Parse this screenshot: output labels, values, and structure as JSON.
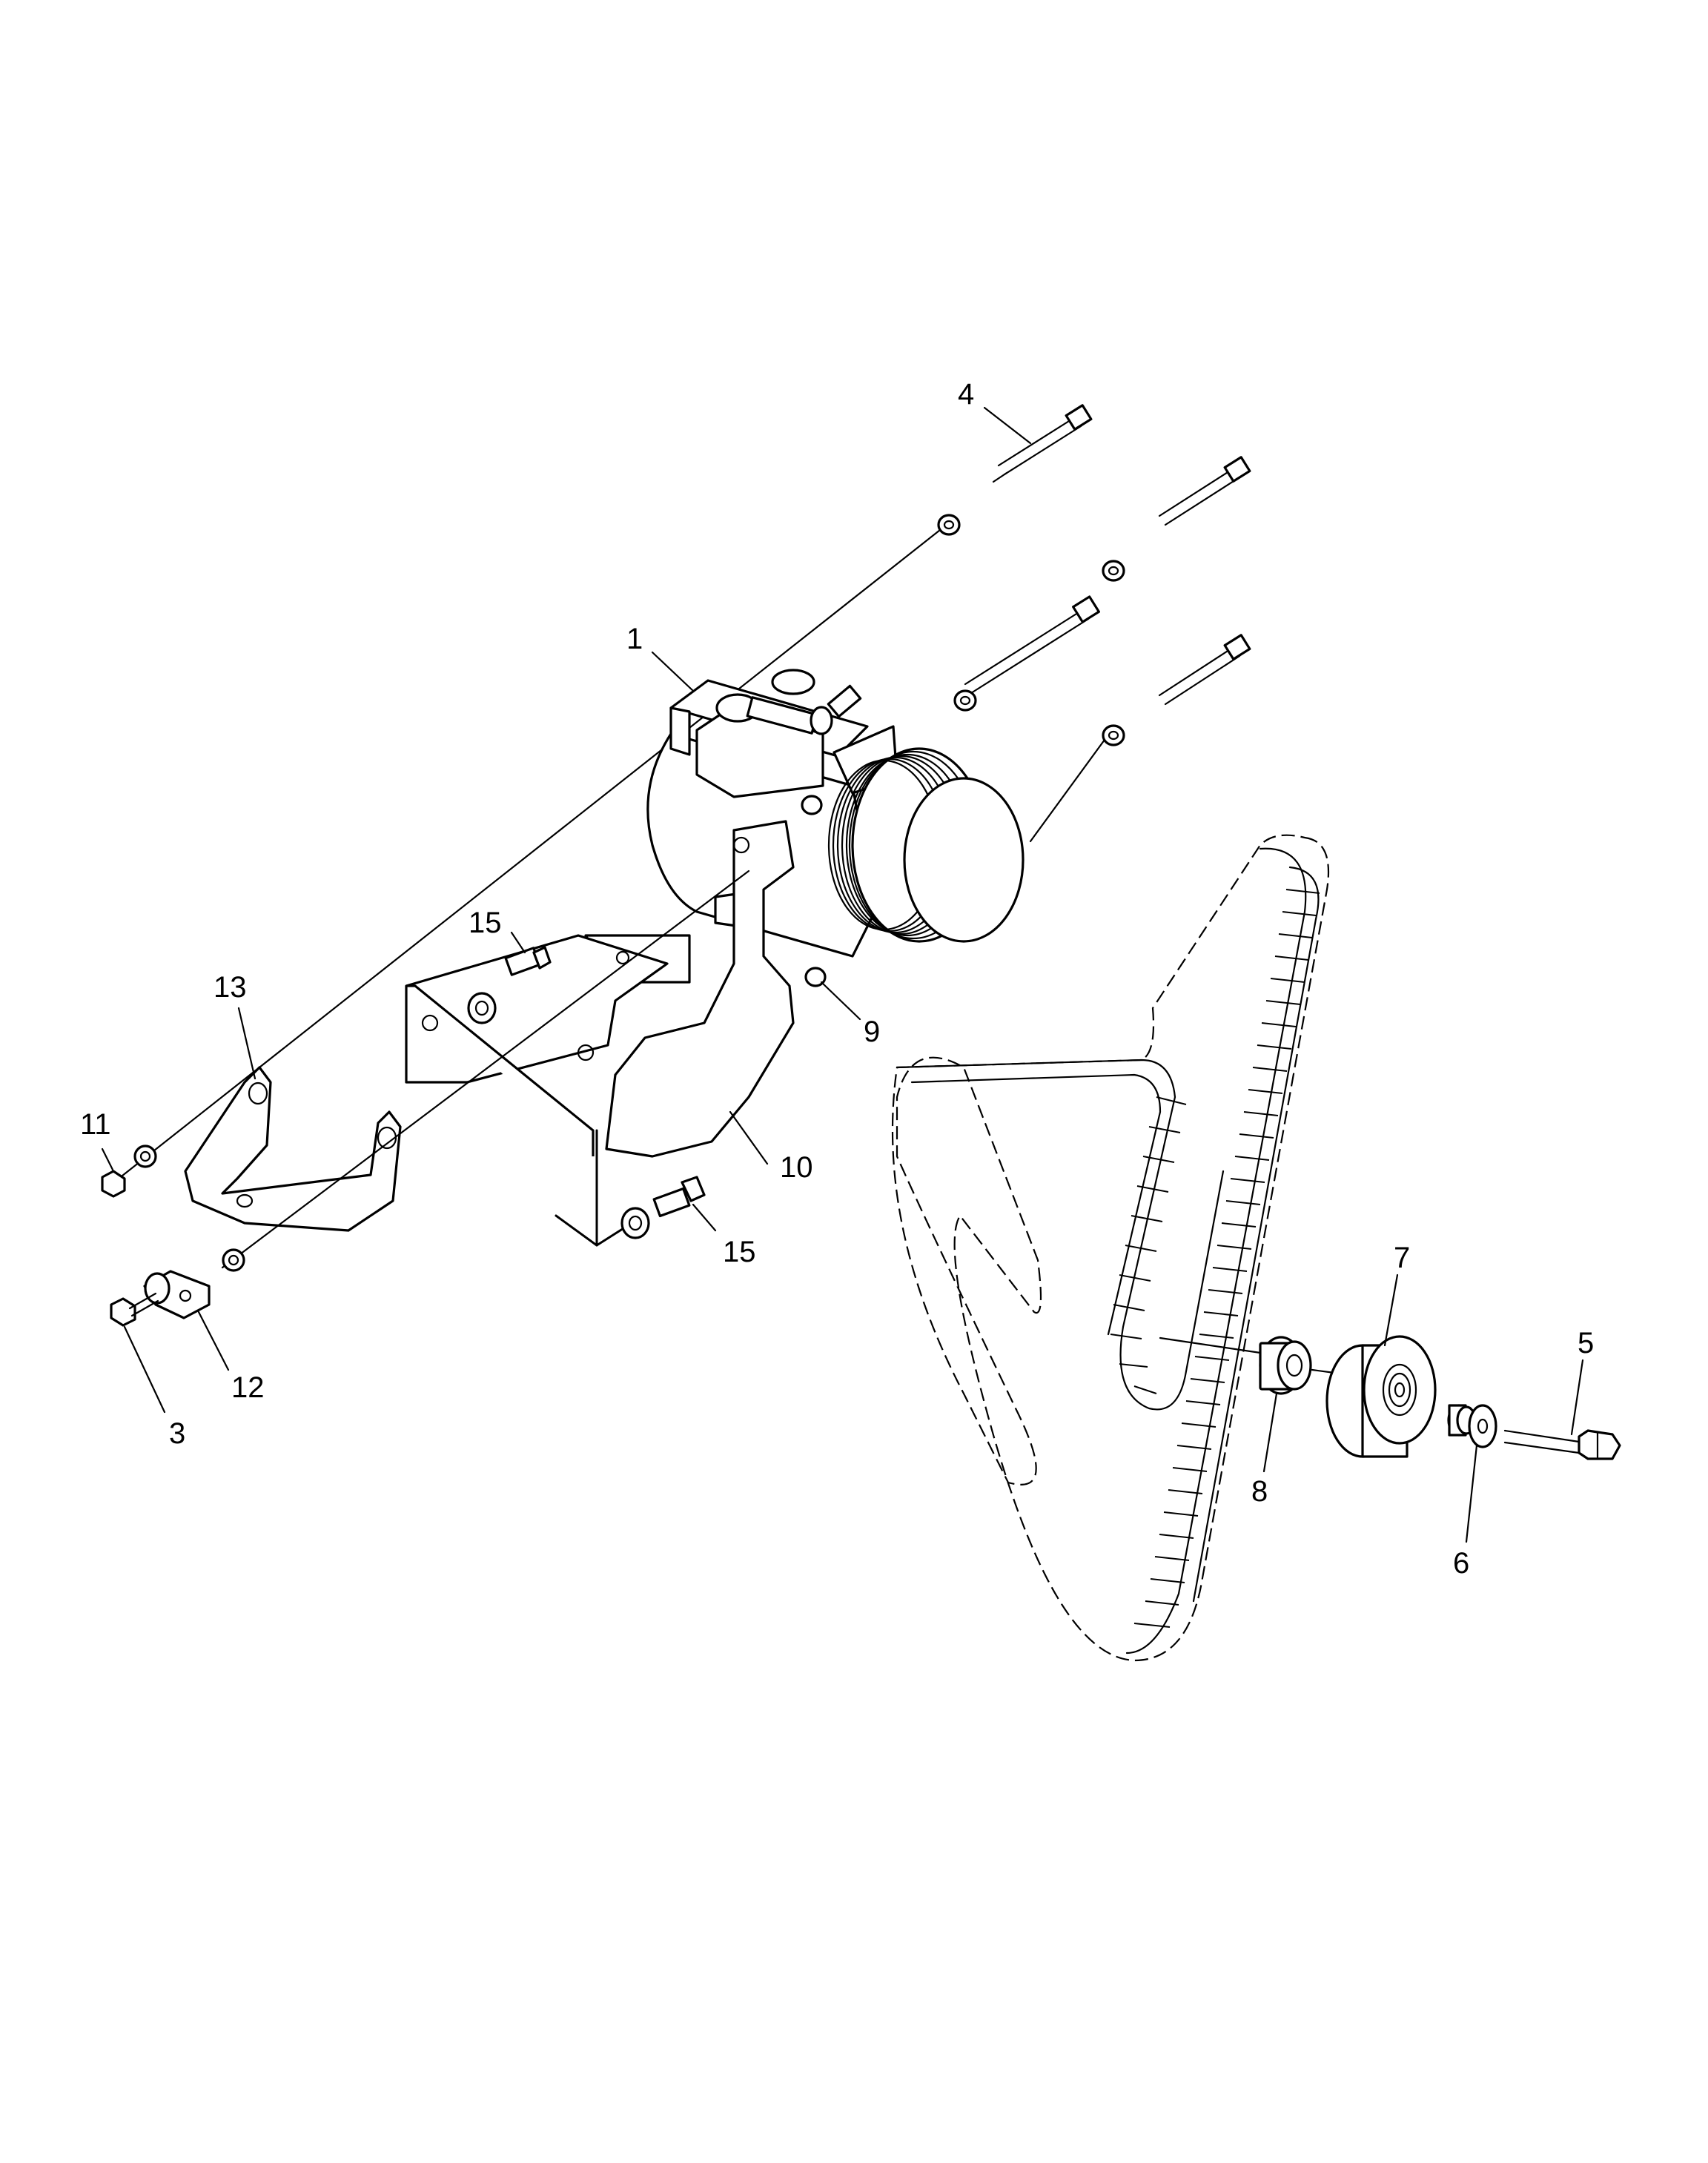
{
  "callouts": [
    {
      "id": "c1",
      "text": "1"
    },
    {
      "id": "c3",
      "text": "3"
    },
    {
      "id": "c4",
      "text": "4"
    },
    {
      "id": "c5",
      "text": "5"
    },
    {
      "id": "c6",
      "text": "6"
    },
    {
      "id": "c7",
      "text": "7"
    },
    {
      "id": "c8",
      "text": "8"
    },
    {
      "id": "c9",
      "text": "9"
    },
    {
      "id": "c10",
      "text": "10"
    },
    {
      "id": "c11",
      "text": "11"
    },
    {
      "id": "c12",
      "text": "12"
    },
    {
      "id": "c13",
      "text": "13"
    },
    {
      "id": "c15a",
      "text": "15"
    },
    {
      "id": "c15b",
      "text": "15"
    }
  ]
}
